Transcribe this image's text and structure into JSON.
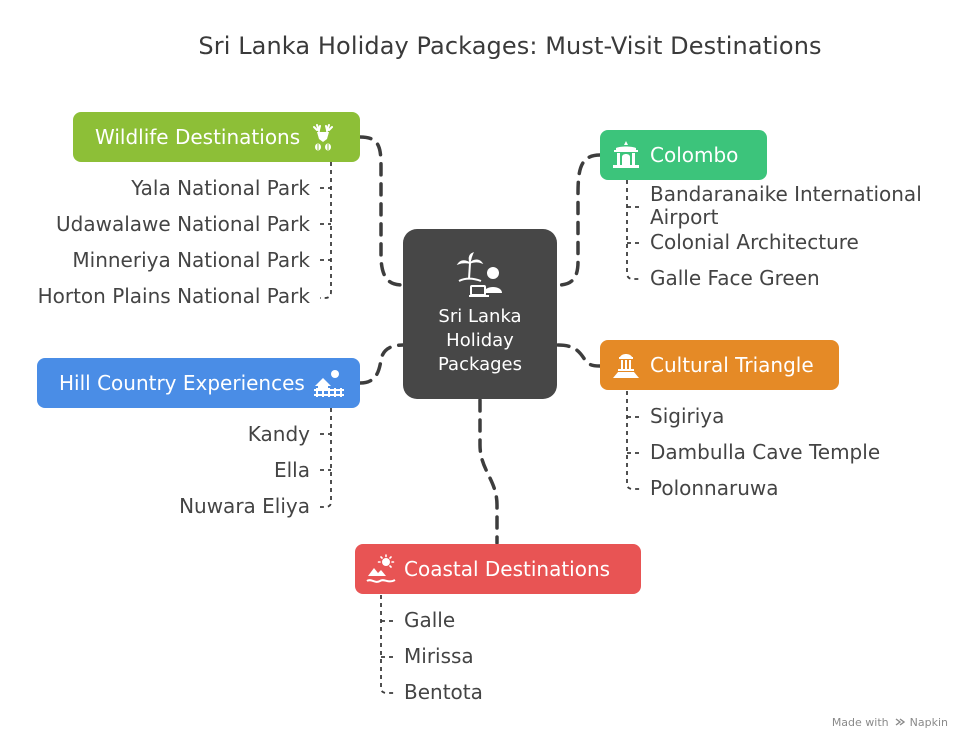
{
  "title": "Sri Lanka Holiday Packages: Must-Visit Destinations",
  "center": {
    "lines": [
      "Sri Lanka",
      "Holiday",
      "Packages"
    ],
    "icon": "beach-traveler-icon"
  },
  "branches": {
    "wildlife": {
      "label": "Wildlife Destinations",
      "color": "#8dbf37",
      "icon": "deer-icon",
      "items": [
        "Yala National Park",
        "Udawalawe National Park",
        "Minneriya National Park",
        "Horton Plains National Park"
      ]
    },
    "hill": {
      "label": "Hill Country Experiences",
      "color": "#4a8de6",
      "icon": "hill-house-icon",
      "items": [
        "Kandy",
        "Ella",
        "Nuwara Eliya"
      ]
    },
    "coastal": {
      "label": "Coastal Destinations",
      "color": "#e85454",
      "icon": "beach-sun-icon",
      "items": [
        "Galle",
        "Mirissa",
        "Bentota"
      ]
    },
    "colombo": {
      "label": "Colombo",
      "color": "#3cc47b",
      "icon": "temple-icon",
      "items": [
        [
          "Bandaranaike International",
          "Airport"
        ],
        [
          "Colonial Architecture"
        ],
        [
          "Galle Face Green"
        ]
      ]
    },
    "cultural": {
      "label": "Cultural Triangle",
      "color": "#e58a26",
      "icon": "monument-icon",
      "items": [
        "Sigiriya",
        "Dambulla Cave Temple",
        "Polonnaruwa"
      ]
    }
  },
  "footer": {
    "made_with": "Made with",
    "brand": "Napkin"
  }
}
